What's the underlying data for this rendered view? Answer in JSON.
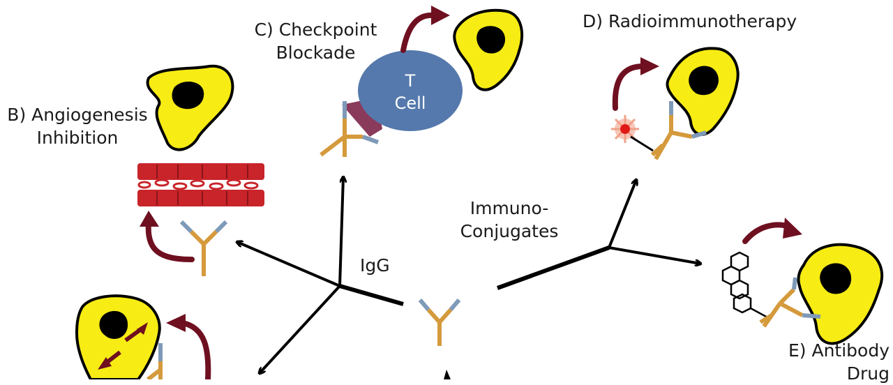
{
  "diagram": {
    "center_label": "IgG",
    "immunoconjugates_label_line1": "Immuno-",
    "immunoconjugates_label_line2": "Conjugates",
    "panel_b": {
      "line1": "B) Angiogenesis",
      "line2": "Inhibition"
    },
    "panel_c": {
      "line1": "C) Checkpoint",
      "line2": "Blockade"
    },
    "panel_d": {
      "line1": "D) Radioimmunotherapy"
    },
    "panel_e": {
      "line1": "E) Antibody",
      "line2": "Drug"
    },
    "t_cell": {
      "line1": "T",
      "line2": "Cell"
    }
  },
  "colors": {
    "tumor_fill": "#f7ec14",
    "tumor_nucleus": "#000000",
    "antibody_heavy": "#d49a3c",
    "antibody_tip": "#7f9ab8",
    "t_cell": "#5579ac",
    "arrow_curved": "#6e1020",
    "vessel": "#c8242a",
    "lines": "#000000"
  }
}
